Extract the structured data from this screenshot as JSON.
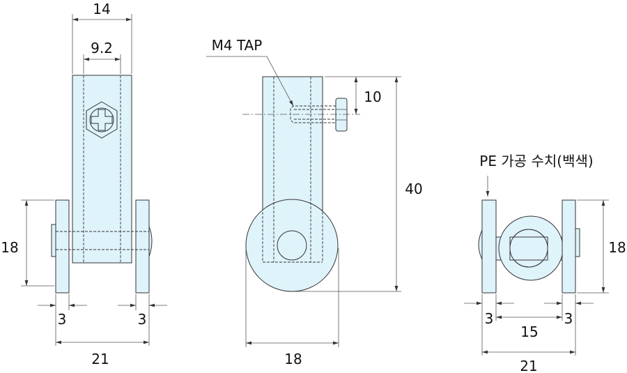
{
  "front_view": {
    "dim_width": "14",
    "dim_bore": "9.2",
    "dim_wheel_height": "18",
    "dim_wheel_left": "3",
    "dim_wheel_right": "3",
    "dim_total": "21"
  },
  "side_view": {
    "tap_label": "M4 TAP",
    "dim_tap_offset": "10",
    "dim_height": "40",
    "dim_wheel_dia": "18"
  },
  "right_view": {
    "material_label": "PE 가공 수치(백색)",
    "dim_wheel_height": "18",
    "dim_wheel_left": "3",
    "dim_wheel_right": "3",
    "dim_gap": "15",
    "dim_total": "21"
  }
}
